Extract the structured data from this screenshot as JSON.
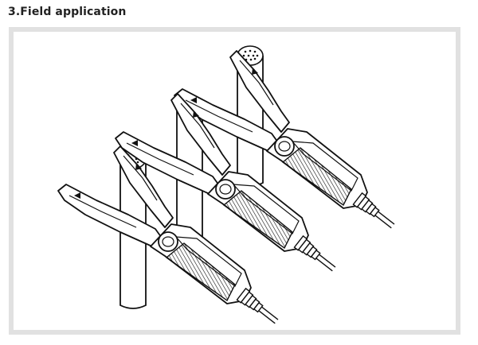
{
  "section": {
    "title": "3.Field application"
  },
  "figure": {
    "illustration": "current-clamps-on-conductors-line-drawing",
    "clamp_count": 3,
    "colors": {
      "frame_border": "#e1e1e1",
      "line": "#111111",
      "background": "#ffffff"
    }
  }
}
